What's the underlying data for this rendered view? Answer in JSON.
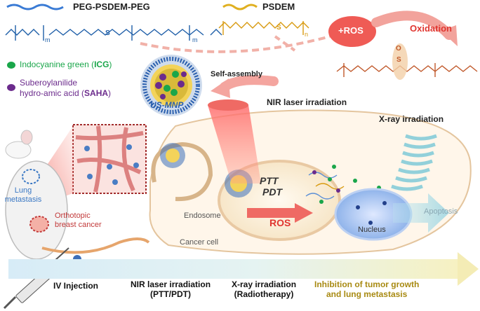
{
  "polymers": {
    "peg_psdem_peg": "PEG-PSDEM-PEG",
    "psdem": "PSDEM",
    "sulfur": "S",
    "sub_m": "m",
    "sub_n": "n",
    "oxidized_s": "S",
    "oxidized_o": "O"
  },
  "ros_bubble": "+ROS",
  "oxidation": "Oxidation",
  "legend": {
    "icg_text": "Indocyanine green (",
    "icg_abbr": "ICG",
    "icg_close": ")",
    "saha_line1": "Suberoylanilide",
    "saha_text": "hydro-amic acid (",
    "saha_abbr": "SAHA",
    "saha_close": ")"
  },
  "nanoparticle_label": "US-MNP",
  "self_assembly": "Self-assembly",
  "nir_laser_label": "NIR laser irradiation",
  "xray_label": "X-ray irradiation",
  "ptt": "PTT",
  "pdt": "PDT",
  "endosome": "Endosome",
  "ros": "ROS",
  "nucleus": "Nucleus",
  "apoptosis": "Apoptosis",
  "cancer_cell": "Cancer cell",
  "lung_metastasis": [
    "Lung",
    "metastasis"
  ],
  "orthotopic": [
    "Orthotopic",
    "breast cancer"
  ],
  "timeline": {
    "step1": [
      "IV Injection"
    ],
    "step2": [
      "NIR laser irradiation",
      "(PTT/PDT)"
    ],
    "step3": [
      "X-ray irradiation",
      "(Radiotherapy)"
    ],
    "step4": [
      "Inhibition of tumor growth",
      "and lung metastasis"
    ]
  },
  "colors": {
    "icg": "#1aa64a",
    "saha": "#6b2b8c",
    "ros": "#e0352f",
    "orange": "#e07b1a",
    "timeline_gold": "#a88a12",
    "blue_chain": "#1f5fa8"
  }
}
